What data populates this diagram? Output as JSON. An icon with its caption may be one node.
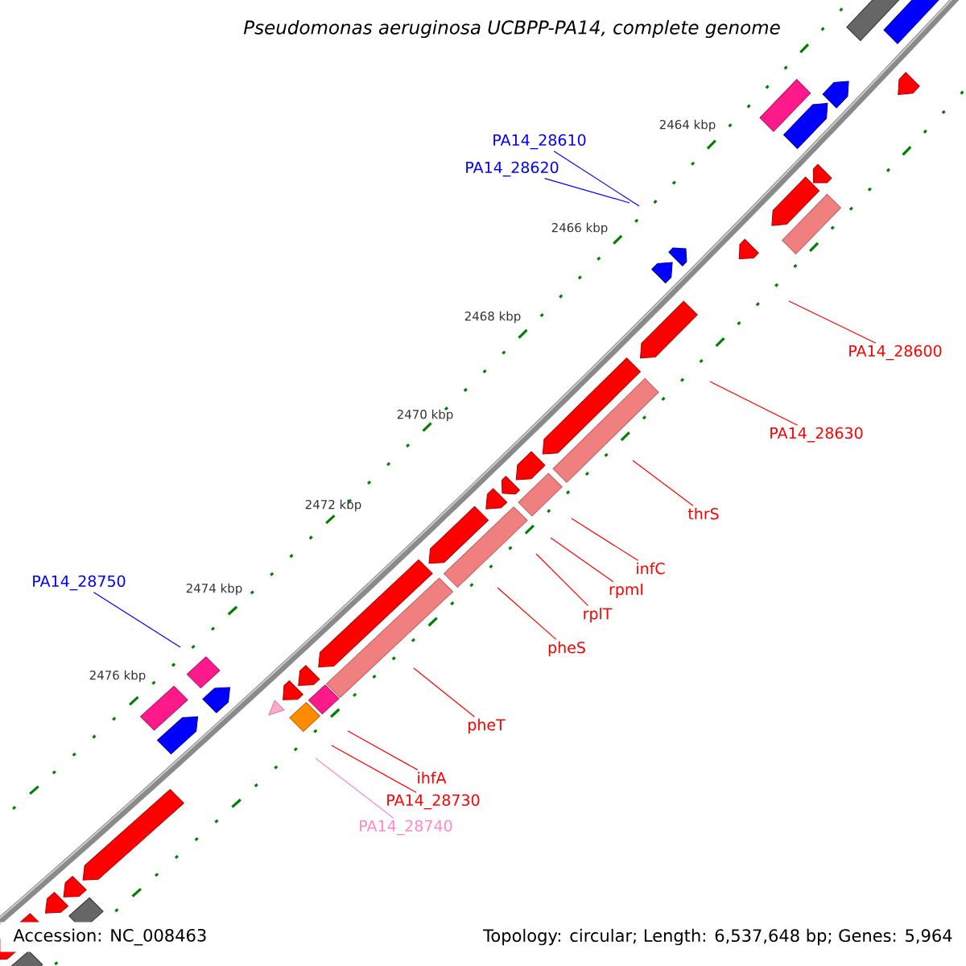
{
  "diagram": {
    "title": "Pseudomonas aeruginosa UCBPP-PA14, complete genome",
    "nodes": [
      {
        "text": [
          "PA14_28610"
        ]
      },
      {
        "text": [
          "PA14_28620"
        ]
      },
      {
        "text": [
          "PA14_28600"
        ]
      },
      {
        "text": [
          "PA14_28630"
        ]
      },
      {
        "text": [
          "thrS"
        ]
      },
      {
        "text": [
          "infC"
        ]
      },
      {
        "text": [
          "PA14_28750"
        ]
      },
      {
        "text": [
          "rpmI"
        ]
      },
      {
        "text": [
          "rplT"
        ]
      },
      {
        "text": [
          "pheS"
        ]
      },
      {
        "text": [
          "pheT"
        ]
      },
      {
        "text": [
          "ihfA"
        ]
      },
      {
        "text": [
          "PA14_28730"
        ]
      },
      {
        "text": [
          "PA14_28740"
        ]
      }
    ],
    "edges": [
      {
        "from": 0,
        "to": null,
        "arrow": "none",
        "color": "#0000ff"
      },
      {
        "from": 1,
        "to": null,
        "arrow": "none",
        "color": "#0000ff"
      },
      {
        "from": 2,
        "to": null,
        "arrow": "none"
      },
      {
        "from": 3,
        "to": null,
        "arrow": "none"
      },
      {
        "from": 4,
        "to": null,
        "arrow": "none"
      },
      {
        "from": 5,
        "to": null,
        "arrow": "none"
      },
      {
        "from": 6,
        "to": null,
        "arrow": "none",
        "color": "#0000ff"
      },
      {
        "from": 7,
        "to": null,
        "arrow": "none"
      },
      {
        "from": 8,
        "to": null,
        "arrow": "none"
      },
      {
        "from": 9,
        "to": null,
        "arrow": "none"
      },
      {
        "from": 10,
        "to": null,
        "arrow": "none"
      },
      {
        "from": 11,
        "to": null,
        "arrow": "none"
      },
      {
        "from": 12,
        "to": null,
        "arrow": "none"
      },
      {
        "from": 13,
        "to": null,
        "arrow": "none",
        "color": "#ff88c8"
      }
    ],
    "labels": [
      "2464 kbp",
      "2466 kbp",
      "2468 kbp",
      "2470 kbp",
      "2472 kbp",
      "2474 kbp",
      "2476 kbp",
      "Accession: NC_008463",
      "Topology: circular; Length: 6,537,648 bp; Genes: 5,964"
    ]
  }
}
